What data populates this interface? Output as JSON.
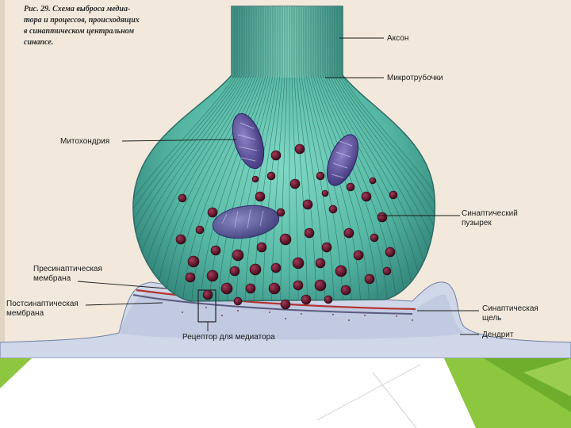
{
  "caption": {
    "lines": [
      "Рис. 29. Схема выброса медиа-",
      "тора и процессов, происходящих",
      "в синаптическом центральном",
      "синапсе."
    ]
  },
  "labels": {
    "axon": "Аксон",
    "microtubules": "Микротрубочки",
    "mitochondrion": "Митохондрия",
    "synaptic_vesicle": [
      "Синаптический",
      "пузырек"
    ],
    "presynaptic_membrane": [
      "Пресинаптическая",
      "мембрана"
    ],
    "postsynaptic_membrane": [
      "Постсинаптическая",
      "мембрана"
    ],
    "synaptic_cleft": [
      "Синаптическая",
      "щель"
    ],
    "dendrite": "Дендрит",
    "receptor": "Рецептор для медиатора"
  },
  "colors": {
    "page_background": "#f2e9dc",
    "bouton_fill": "#5fbfa8",
    "bouton_stroke": "#2f6d66",
    "vesicle": "#5a1228",
    "mitochondrion": "#4a3f86",
    "dendrite": "#c9d3e6",
    "cleft_line": "#b5322e",
    "slide_accent": "#8dc63f"
  }
}
